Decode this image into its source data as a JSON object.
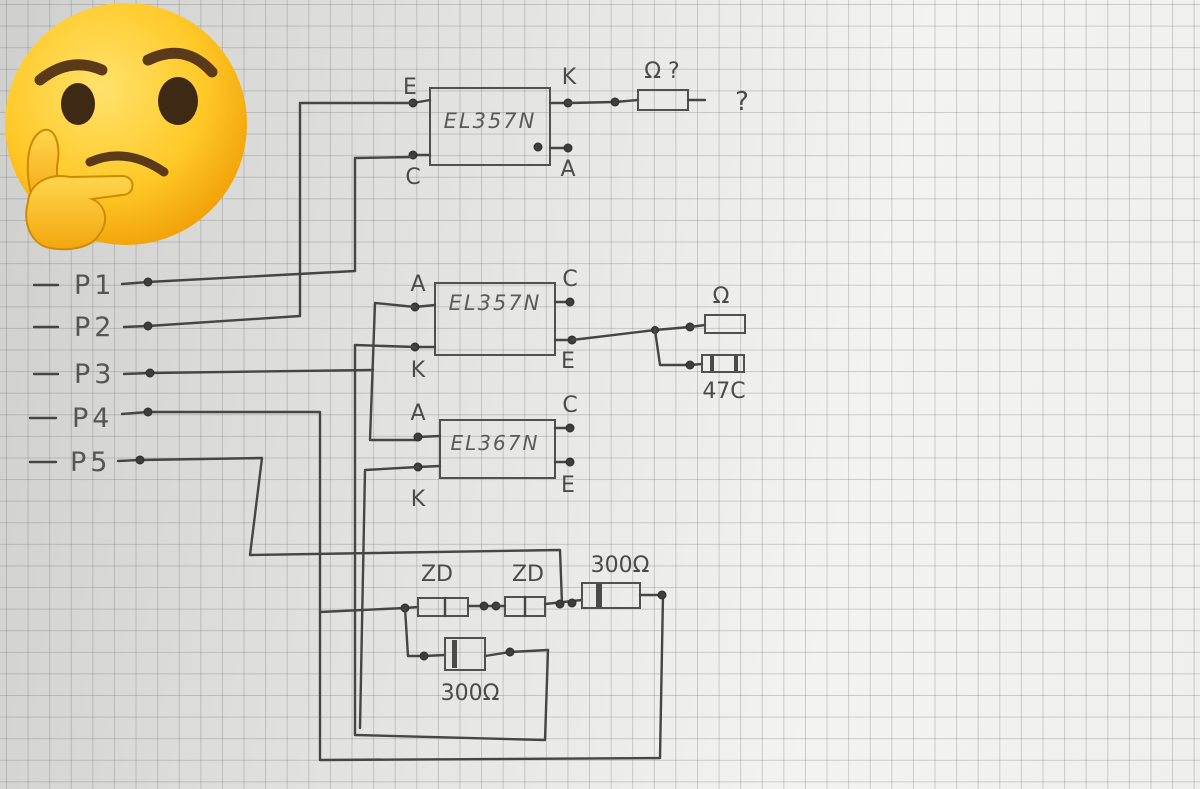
{
  "colors": {
    "paper": "#e9e9e7",
    "grid": "#8a8a8a",
    "pencil": "#454545",
    "emoji_yellow": "#ffc928"
  },
  "emoji": {
    "icon": "thinking-face-icon"
  },
  "opto_top": {
    "part": "EL357N",
    "pin_e": "E",
    "pin_c": "C",
    "pin_k": "K",
    "pin_a": "A"
  },
  "load_top": {
    "resistor_label": "Ω ?",
    "open_end": "?"
  },
  "opto_mid": {
    "part": "EL357N",
    "pin_a": "A",
    "pin_k": "K",
    "pin_c": "C",
    "pin_e": "E"
  },
  "output_mid": {
    "resistor_label": "Ω",
    "capacitor_label": "47C"
  },
  "opto_low": {
    "part": "EL367N",
    "pin_a": "A",
    "pin_k": "K",
    "pin_c": "C",
    "pin_e": "E"
  },
  "ports": [
    {
      "label": "P1"
    },
    {
      "label": "P2"
    },
    {
      "label": "P3"
    },
    {
      "label": "P4"
    },
    {
      "label": "P5"
    }
  ],
  "zener_pair": [
    {
      "label": "ZD"
    },
    {
      "label": "ZD"
    }
  ],
  "resistors_300": [
    {
      "label": "300Ω"
    },
    {
      "label": "300Ω"
    }
  ]
}
